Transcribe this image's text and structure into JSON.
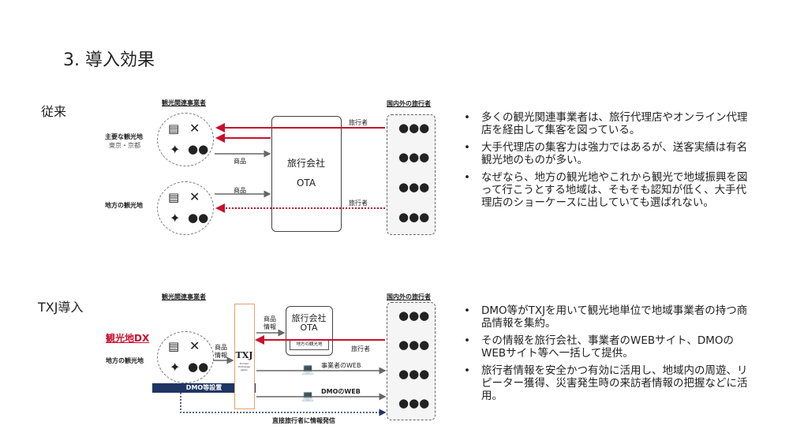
{
  "title": "3.  導入効果",
  "before": {
    "label": "従来",
    "operators_header": "観光関連事業者",
    "travelers_header": "国内外の旅行者",
    "major_area": "主要な観光地",
    "major_area_sub": "東京・京都",
    "local_area": "地方の観光地",
    "ota_line1": "旅行会社",
    "ota_line2": "OTA",
    "arrow_product_1": "商品",
    "arrow_product_2": "商品",
    "arrow_traveler_1": "旅行者",
    "arrow_traveler_2": "旅行者",
    "bullets": [
      "多くの観光関連事業者は、旅行代理店やオンライン代理店を経由して集客を図っている。",
      "大手代理店の集客力は強力ではあるが、送客実績は有名観光地のものが多い。",
      "なぜなら、地方の観光地やこれから観光で地域振興を図って行こうとする地域は、そもそも認知が低く、大手代理店のショーケースに出していても選ばれない。"
    ]
  },
  "after": {
    "label": "TXJ導入",
    "operators_header": "観光関連事業者",
    "travelers_header": "国内外の旅行者",
    "dx_label": "観光地DX",
    "local_area": "地方の観光地",
    "dmo_bar": "DMO等設置",
    "product_info": "商品\n情報",
    "product_info_2": "商品\n情報",
    "ota_line1": "旅行会社",
    "ota_line2": "OTA",
    "ota_tag": "地方の観光地",
    "traveler_arrow": "旅行者",
    "operator_web": "事業者のWEB",
    "dmo_web": "DMOのWEB",
    "direct_info": "直接旅行者に情報発信",
    "txj_logo": "TXJ",
    "txj_sub": "Tourism Exchange Japan",
    "bullets": [
      "DMO等がTXJを用いて観光地単位で地域事業者の持つ商品情報を集約。",
      "その情報を旅行会社、事業者のWEBサイト、DMOのWEBサイト等へ一括して提供。",
      "旅行者情報を安全かつ有効に活用し、地域内の周遊、リピーター獲得、災害発生時の来訪者情報の把握などに活用。"
    ]
  },
  "colors": {
    "red": "#c8102e",
    "navy": "#1f3564",
    "orange": "#e8a070",
    "gray": "#555555"
  },
  "icons": [
    "bed-icon",
    "fork-knife-icon",
    "canoe-icon",
    "cherry-icon",
    "people-icon",
    "laptop-icon"
  ]
}
